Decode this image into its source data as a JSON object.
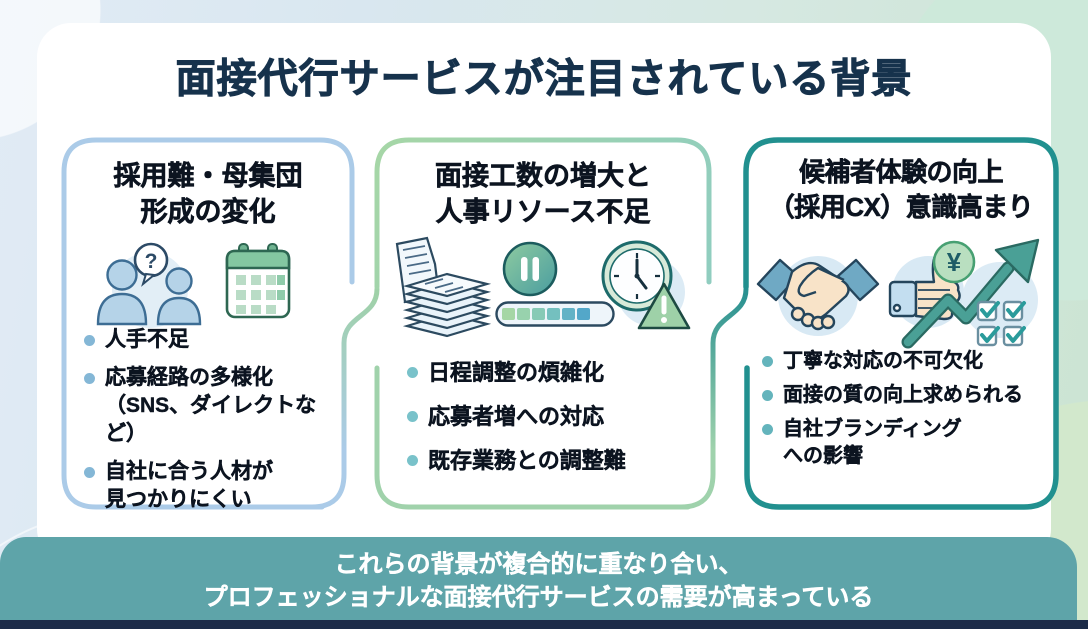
{
  "title": "面接代行サービスが注目されている背景",
  "cards": [
    {
      "heading": [
        "採用難・母集団",
        "形成の変化"
      ],
      "icons": [
        "people-question-icon",
        "calendar-icon"
      ],
      "bullets": [
        [
          "人手不足"
        ],
        [
          "応募経路の多様化",
          "（SNS、ダイレクトなど）"
        ],
        [
          "自社に合う人材が",
          "見つかりにくい"
        ]
      ],
      "bullet_color": "#84b7d6"
    },
    {
      "heading": [
        "面接工数の増大と",
        "人事リソース不足"
      ],
      "icons": [
        "document-stack-icon",
        "pause-icon",
        "progress-bar-icon",
        "clock-warning-icon"
      ],
      "bullets": [
        [
          "日程調整の煩雑化"
        ],
        [
          "応募者増への対応"
        ],
        [
          "既存業務との調整難"
        ]
      ],
      "bullet_color": "#79c2ca"
    },
    {
      "heading": [
        "候補者体験の向上",
        "（採用CX）意識高まり"
      ],
      "icons": [
        "handshake-icon",
        "thumbs-up-icon",
        "yen-coin-icon",
        "growth-arrow-icon",
        "checkboxes-icon"
      ],
      "bullets": [
        [
          "丁寧な対応の不可欠化"
        ],
        [
          "面接の質の向上求められる"
        ],
        [
          "自社ブランディング",
          "への影響"
        ]
      ],
      "bullet_color": "#64b4bc"
    }
  ],
  "footer": {
    "line1": "これらの背景が複合的に重なり合い、",
    "line2": "プロフェッショナルな面接代行サービスの需要が高まっている",
    "background": "#5ea4a9"
  },
  "colors": {
    "title_text": "#16324c",
    "card1_border": "#abcbe8",
    "card2_border": "#a0d2ab",
    "card3_border": "#21908f",
    "footer_bar": "#5ea4a9",
    "bottom_strip": "#1c2b48"
  }
}
